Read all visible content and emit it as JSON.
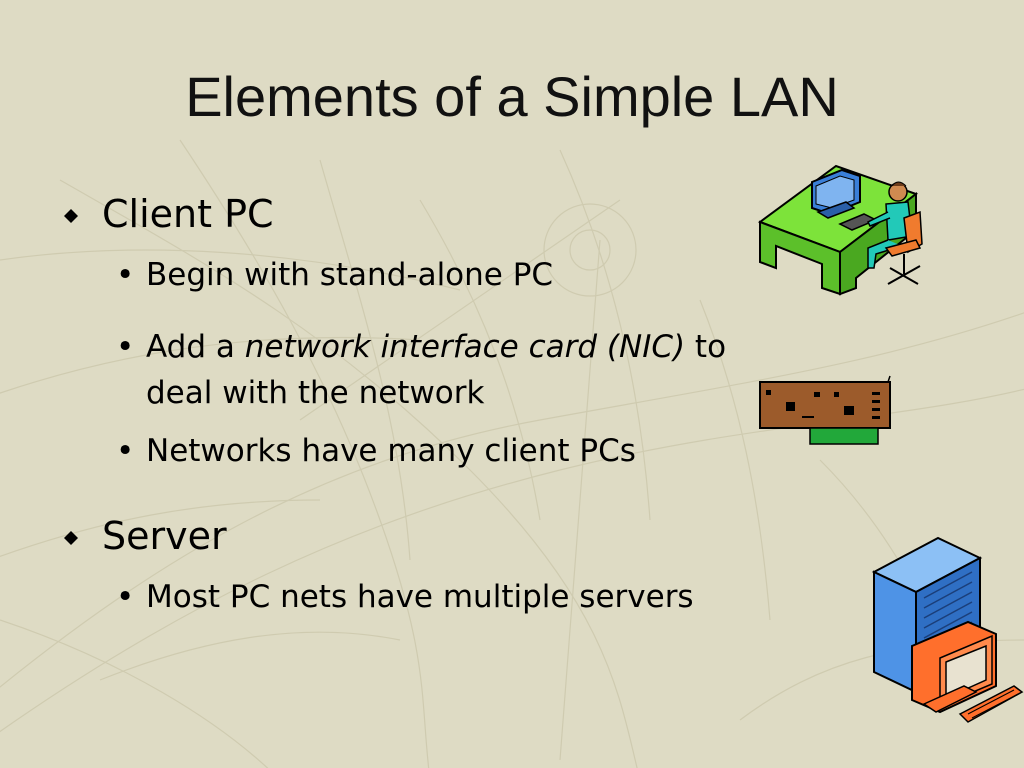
{
  "slide": {
    "title": "Elements of a Simple LAN",
    "bullets": {
      "client_pc": {
        "label": "Client PC",
        "sub1": "Begin with stand-alone PC",
        "sub2_a": "Add a ",
        "sub2_em": "network interface card (NIC)",
        "sub2_b": " to",
        "sub2_line2": "deal with the network",
        "sub3": "Networks have many client PCs"
      },
      "server": {
        "label": "Server",
        "sub1": "Most PC nets have multiple servers"
      }
    },
    "bullet_char": "•",
    "icons": [
      "workstation-user-clipart",
      "nic-card-clipart",
      "server-computer-clipart"
    ],
    "colors": {
      "background": "#dedbc4",
      "desk_green": "#7de33a",
      "monitor_blue": "#3a7fd8",
      "card_brown": "#9c5b2b",
      "card_green": "#22a83a",
      "server_blue": "#4e93e6",
      "pc_orange": "#ff6f2c"
    }
  }
}
